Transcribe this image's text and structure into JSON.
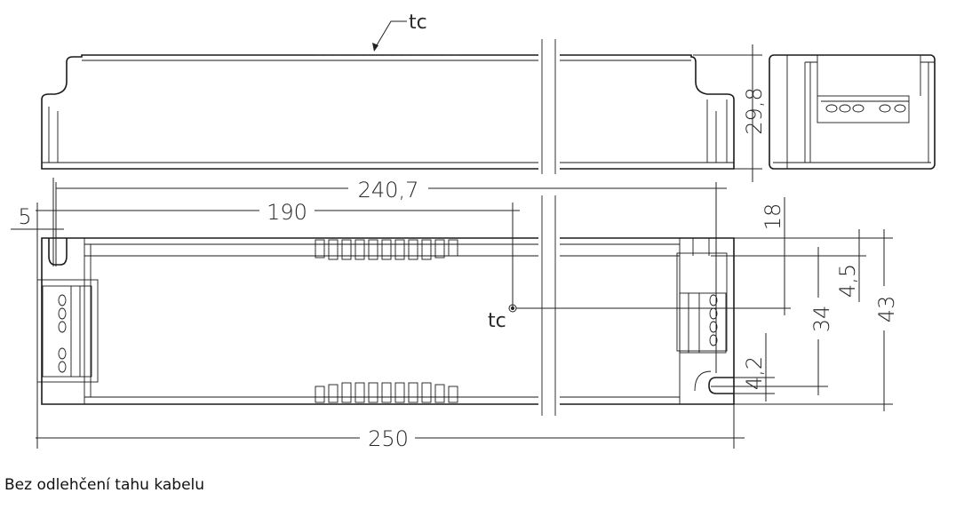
{
  "drawing": {
    "tc_label_side": "tc",
    "tc_label_bottom": "tc",
    "dimensions": {
      "height": "29,8",
      "length_overall_top": "240,7",
      "tc_position": "190",
      "slot_offset": "5",
      "width_18": "18",
      "width_4_5": "4,5",
      "width_34": "34",
      "width_43": "43",
      "slot_4_2": "4,2",
      "length_overall": "250"
    }
  },
  "caption": "Bez odlehčení tahu kabelu"
}
